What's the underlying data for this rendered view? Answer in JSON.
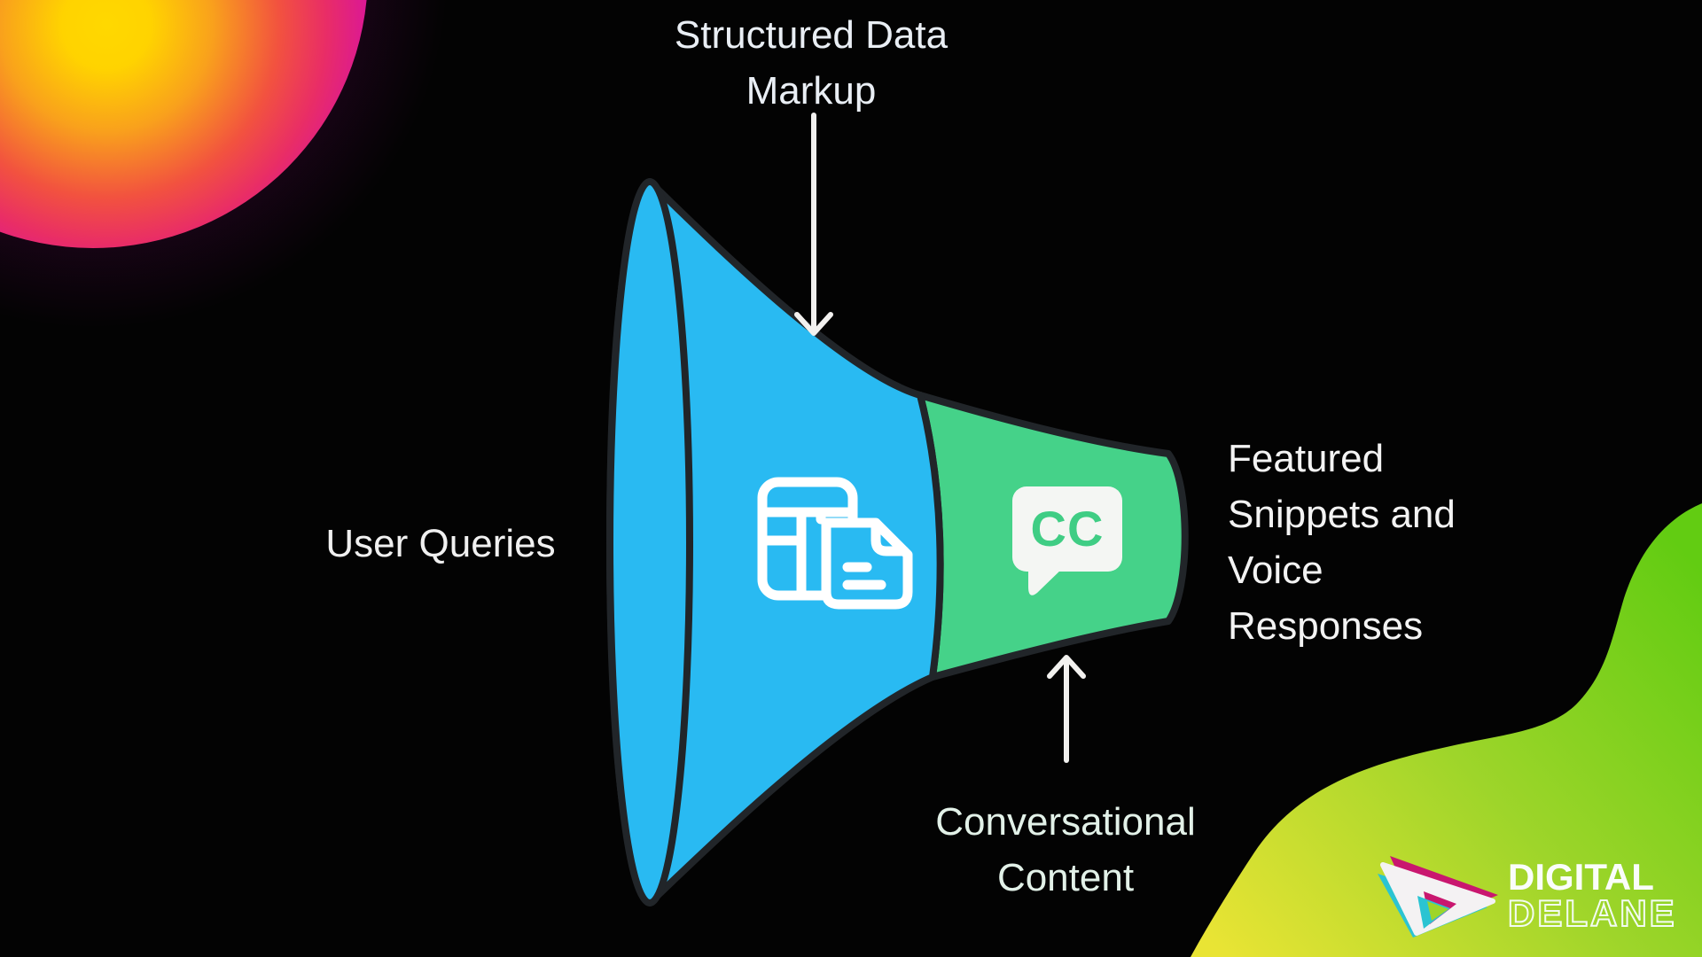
{
  "page": {
    "background_color": "#030303",
    "description": "Voice search optimization funnel infographic"
  },
  "diagram": {
    "title": "Structured Data\nMarkup",
    "left_label": "User Queries",
    "right_label": "Featured\nSnippets and\nVoice\nResponses",
    "bottom_label": "Conversational\nContent",
    "cc_label": "CC",
    "funnel": {
      "blue_section_color": "#29BAF2",
      "green_section_color": "#45D289",
      "outline_color": "#212529",
      "icon_color": "#FFFFFF"
    },
    "arrows": {
      "color": "#F2F1EF",
      "top_arrow_direction": "down",
      "bottom_arrow_direction": "up"
    }
  },
  "decorations": {
    "top_left_orb": {
      "core_color": "#FFD800",
      "mid_color": "#F2523F",
      "rim_color": "#C712A3"
    },
    "bottom_right_blob": {
      "yellow_color": "#E9E434",
      "green_color": "#62CC12"
    }
  },
  "logo": {
    "line1": "DIGITAL",
    "line2": "DELANE",
    "icon_colors": {
      "white": "#F4F2F3",
      "magenta": "#C9176F",
      "cyan": "#2BC4D2"
    }
  }
}
